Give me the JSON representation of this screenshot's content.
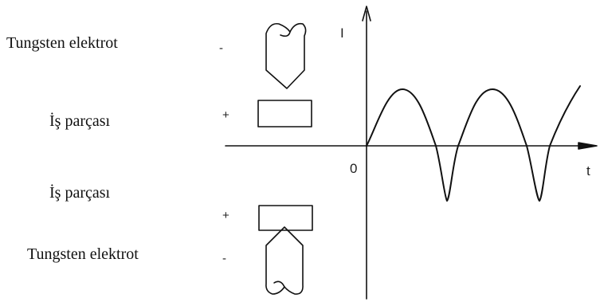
{
  "labels": {
    "top_electrode": "Tungsten elektrot",
    "top_workpiece": "İş parçası",
    "bottom_workpiece": "İş parçası",
    "bottom_electrode": "Tungsten elektrot"
  },
  "polarity": {
    "top_electrode": "-",
    "top_workpiece": "+",
    "bottom_workpiece": "+",
    "bottom_electrode": "-"
  },
  "axes": {
    "y_label": "I",
    "x_label": "t",
    "origin": "0"
  },
  "colors": {
    "line": "#111111"
  }
}
